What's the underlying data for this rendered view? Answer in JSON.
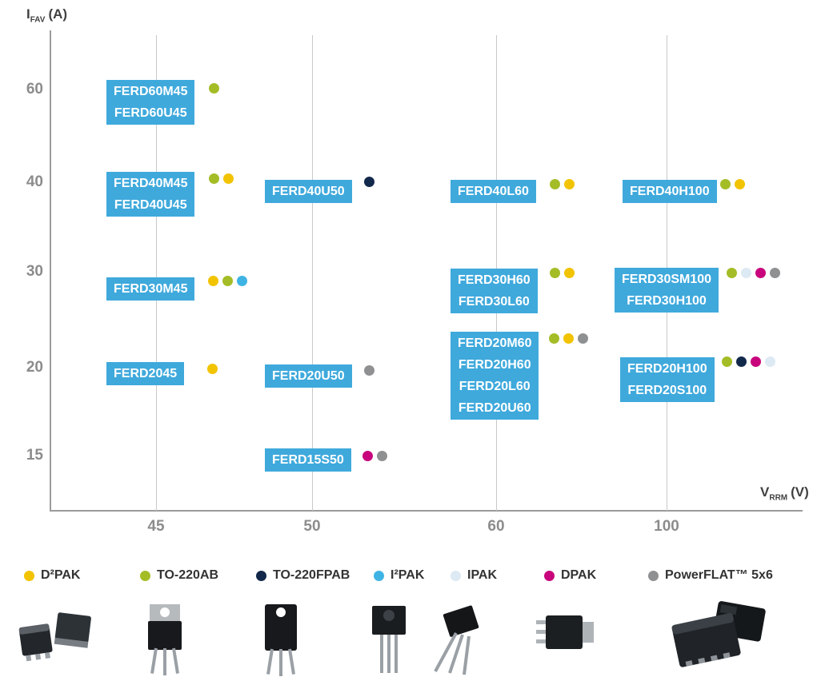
{
  "colors": {
    "box_blue": "#3FA9DC"
  },
  "axes": {
    "y_main": "I",
    "y_sub": "FAV",
    "y_unit": "(A)",
    "x_main": "V",
    "x_sub": "RRM",
    "x_unit": "(V)"
  },
  "packages": {
    "d2pak": {
      "label": "D²PAK",
      "color": "#F2C300"
    },
    "to220ab": {
      "label": "TO-220AB",
      "color": "#A4BD27"
    },
    "to220fpab": {
      "label": "TO-220FPAB",
      "color": "#13294B"
    },
    "i2pak": {
      "label": "I²PAK",
      "color": "#3FB4E4"
    },
    "ipak": {
      "label": "IPAK",
      "color": "#DDE9F3"
    },
    "dpak": {
      "label": "DPAK",
      "color": "#C8057C"
    },
    "powerflat": {
      "label": "PowerFLAT™ 5x6",
      "color": "#8E9091"
    }
  },
  "chart_data": {
    "type": "scatter",
    "title": "",
    "xlabel": "VRRM (V)",
    "ylabel": "IFAV (A)",
    "x_ticks": [
      "45",
      "50",
      "60",
      "100"
    ],
    "y_ticks": [
      "60",
      "40",
      "30",
      "20",
      "15"
    ],
    "grid": "vertical-only",
    "legend_position": "bottom",
    "groups": [
      {
        "vrrm": 45,
        "ifav": 60,
        "labels": [
          "FERD60M45",
          "FERD60U45"
        ],
        "packages": [
          "TO-220AB"
        ]
      },
      {
        "vrrm": 45,
        "ifav": 40,
        "labels": [
          "FERD40M45",
          "FERD40U45"
        ],
        "packages": [
          "TO-220AB",
          "D²PAK"
        ]
      },
      {
        "vrrm": 50,
        "ifav": 40,
        "labels": [
          "FERD40U50"
        ],
        "packages": [
          "TO-220FPAB"
        ]
      },
      {
        "vrrm": 60,
        "ifav": 40,
        "labels": [
          "FERD40L60"
        ],
        "packages": [
          "TO-220AB",
          "D²PAK"
        ]
      },
      {
        "vrrm": 100,
        "ifav": 40,
        "labels": [
          "FERD40H100"
        ],
        "packages": [
          "TO-220AB",
          "D²PAK"
        ]
      },
      {
        "vrrm": 45,
        "ifav": 30,
        "labels": [
          "FERD30M45"
        ],
        "packages": [
          "D²PAK",
          "TO-220AB",
          "I²PAK"
        ]
      },
      {
        "vrrm": 60,
        "ifav": 30,
        "labels": [
          "FERD30H60",
          "FERD30L60"
        ],
        "packages": [
          "TO-220AB",
          "D²PAK"
        ]
      },
      {
        "vrrm": 100,
        "ifav": 30,
        "labels": [
          "FERD30SM100",
          "FERD30H100"
        ],
        "packages": [
          "TO-220AB",
          "IPAK",
          "DPAK",
          "PowerFLAT™ 5x6"
        ]
      },
      {
        "vrrm": 60,
        "ifav": 20,
        "labels": [
          "FERD20M60",
          "FERD20H60",
          "FERD20L60",
          "FERD20U60"
        ],
        "packages": [
          "TO-220AB",
          "D²PAK",
          "PowerFLAT™ 5x6"
        ]
      },
      {
        "vrrm": 45,
        "ifav": 20,
        "labels": [
          "FERD2045"
        ],
        "packages": [
          "D²PAK"
        ]
      },
      {
        "vrrm": 50,
        "ifav": 20,
        "labels": [
          "FERD20U50"
        ],
        "packages": [
          "PowerFLAT™ 5x6"
        ]
      },
      {
        "vrrm": 100,
        "ifav": 20,
        "labels": [
          "FERD20H100",
          "FERD20S100"
        ],
        "packages": [
          "TO-220AB",
          "TO-220FPAB",
          "DPAK",
          "IPAK"
        ]
      },
      {
        "vrrm": 50,
        "ifav": 15,
        "labels": [
          "FERD15S50"
        ],
        "packages": [
          "DPAK",
          "PowerFLAT™ 5x6"
        ]
      }
    ]
  }
}
